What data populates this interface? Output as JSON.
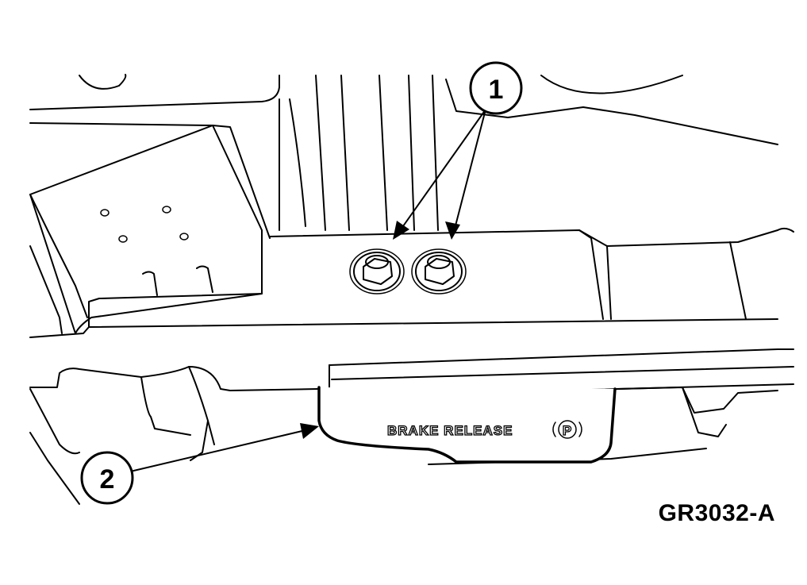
{
  "diagram": {
    "callouts": [
      {
        "number": "1",
        "target": "mounting-bolts"
      },
      {
        "number": "2",
        "target": "brake-release-handle"
      }
    ],
    "handle_label": "BRAKE RELEASE",
    "handle_symbol": "P",
    "figure_id": "GR3032-A"
  }
}
